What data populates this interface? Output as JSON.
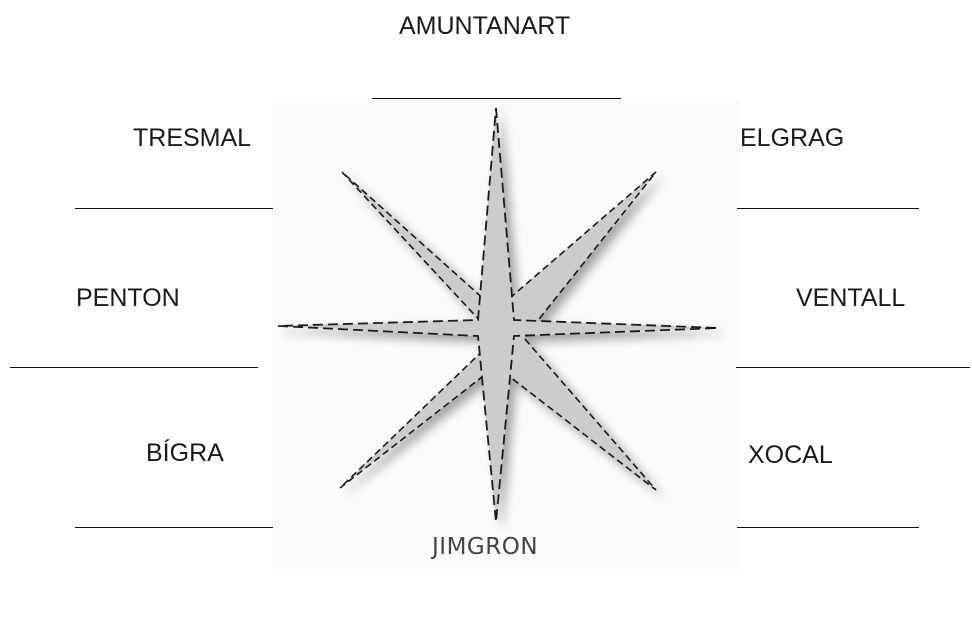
{
  "labels": {
    "north": "AMUNTANART",
    "northwest": "TRESMAL",
    "northeast": "ELGRAG",
    "west": "PENTON",
    "east": "VENTALL",
    "southwest": "BÍGRA",
    "southeast": "XOCAL",
    "south": "JIMGRON"
  },
  "colors": {
    "star_fill": "#cccccc",
    "star_stroke": "#1a1a1a",
    "panel_background": "#fbfbfb"
  }
}
